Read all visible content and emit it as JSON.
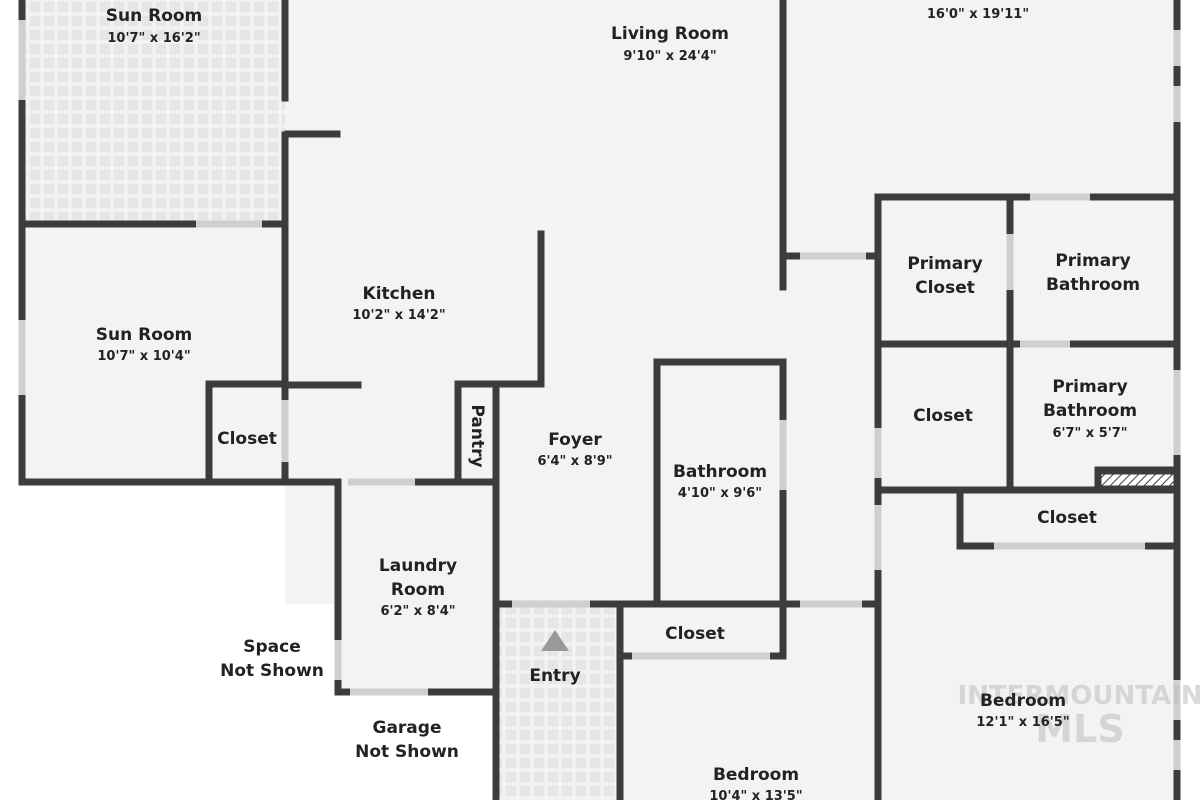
{
  "rooms": {
    "sun_room_top": {
      "name": "Sun Room",
      "dims": "10'7\" x 16'2\""
    },
    "living_room": {
      "name": "Living Room",
      "dims": "9'10\" x 24'4\""
    },
    "top_right_room": {
      "dims": "16'0\" x 19'11\""
    },
    "primary_closet": {
      "line1": "Primary",
      "line2": "Closet"
    },
    "primary_bathroom_upper": {
      "line1": "Primary",
      "line2": "Bathroom"
    },
    "sun_room_lower": {
      "name": "Sun Room",
      "dims": "10'7\" x 10'4\""
    },
    "kitchen": {
      "name": "Kitchen",
      "dims": "10'2\" x 14'2\""
    },
    "closet_left": {
      "name": "Closet"
    },
    "pantry": {
      "name": "Pantry"
    },
    "foyer": {
      "name": "Foyer",
      "dims": "6'4\" x 8'9\""
    },
    "bathroom": {
      "name": "Bathroom",
      "dims": "4'10\" x 9'6\""
    },
    "closet_mid_right": {
      "name": "Closet"
    },
    "primary_bathroom_lower": {
      "line1": "Primary",
      "line2": "Bathroom",
      "dims": "6'7\" x 5'7\""
    },
    "closet_right": {
      "name": "Closet"
    },
    "laundry_room": {
      "line1": "Laundry",
      "line2": "Room",
      "dims": "6'2\" x 8'4\""
    },
    "space_note": {
      "line1": "Space",
      "line2": "Not Shown"
    },
    "entry": {
      "name": "Entry"
    },
    "closet_bottom": {
      "name": "Closet"
    },
    "bedroom_bottom": {
      "name": "Bedroom",
      "dims": "10'4\" x 13'5\""
    },
    "bedroom_right": {
      "name": "Bedroom",
      "dims": "12'1\" x 16'5\""
    },
    "garage_note": {
      "line1": "Garage",
      "line2": "Not Shown"
    }
  },
  "watermark": {
    "line1": "INTERMOUNTAIN",
    "line2": "MLS"
  },
  "colors": {
    "wall": "#3c3c3c",
    "floor": "#f3f3f3",
    "tile": "#ececec",
    "window": "#cfcfcf",
    "background": "#ffffff"
  },
  "icons": {
    "entry_marker": "up-triangle-icon",
    "fireplace": "hatched-hearth-icon"
  }
}
